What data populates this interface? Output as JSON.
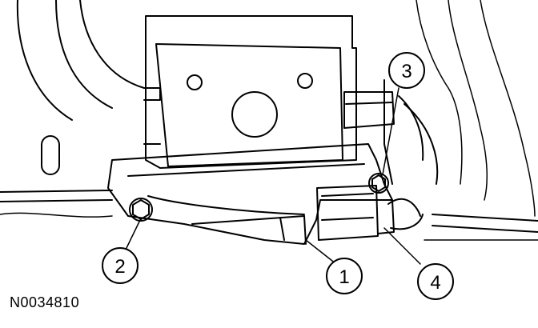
{
  "callouts": [
    {
      "id": "1",
      "label": "1"
    },
    {
      "id": "2",
      "label": "2"
    },
    {
      "id": "3",
      "label": "3"
    },
    {
      "id": "4",
      "label": "4"
    }
  ],
  "reference_code": "N0034810",
  "colors": {
    "line": "#000000",
    "background": "#ffffff"
  }
}
